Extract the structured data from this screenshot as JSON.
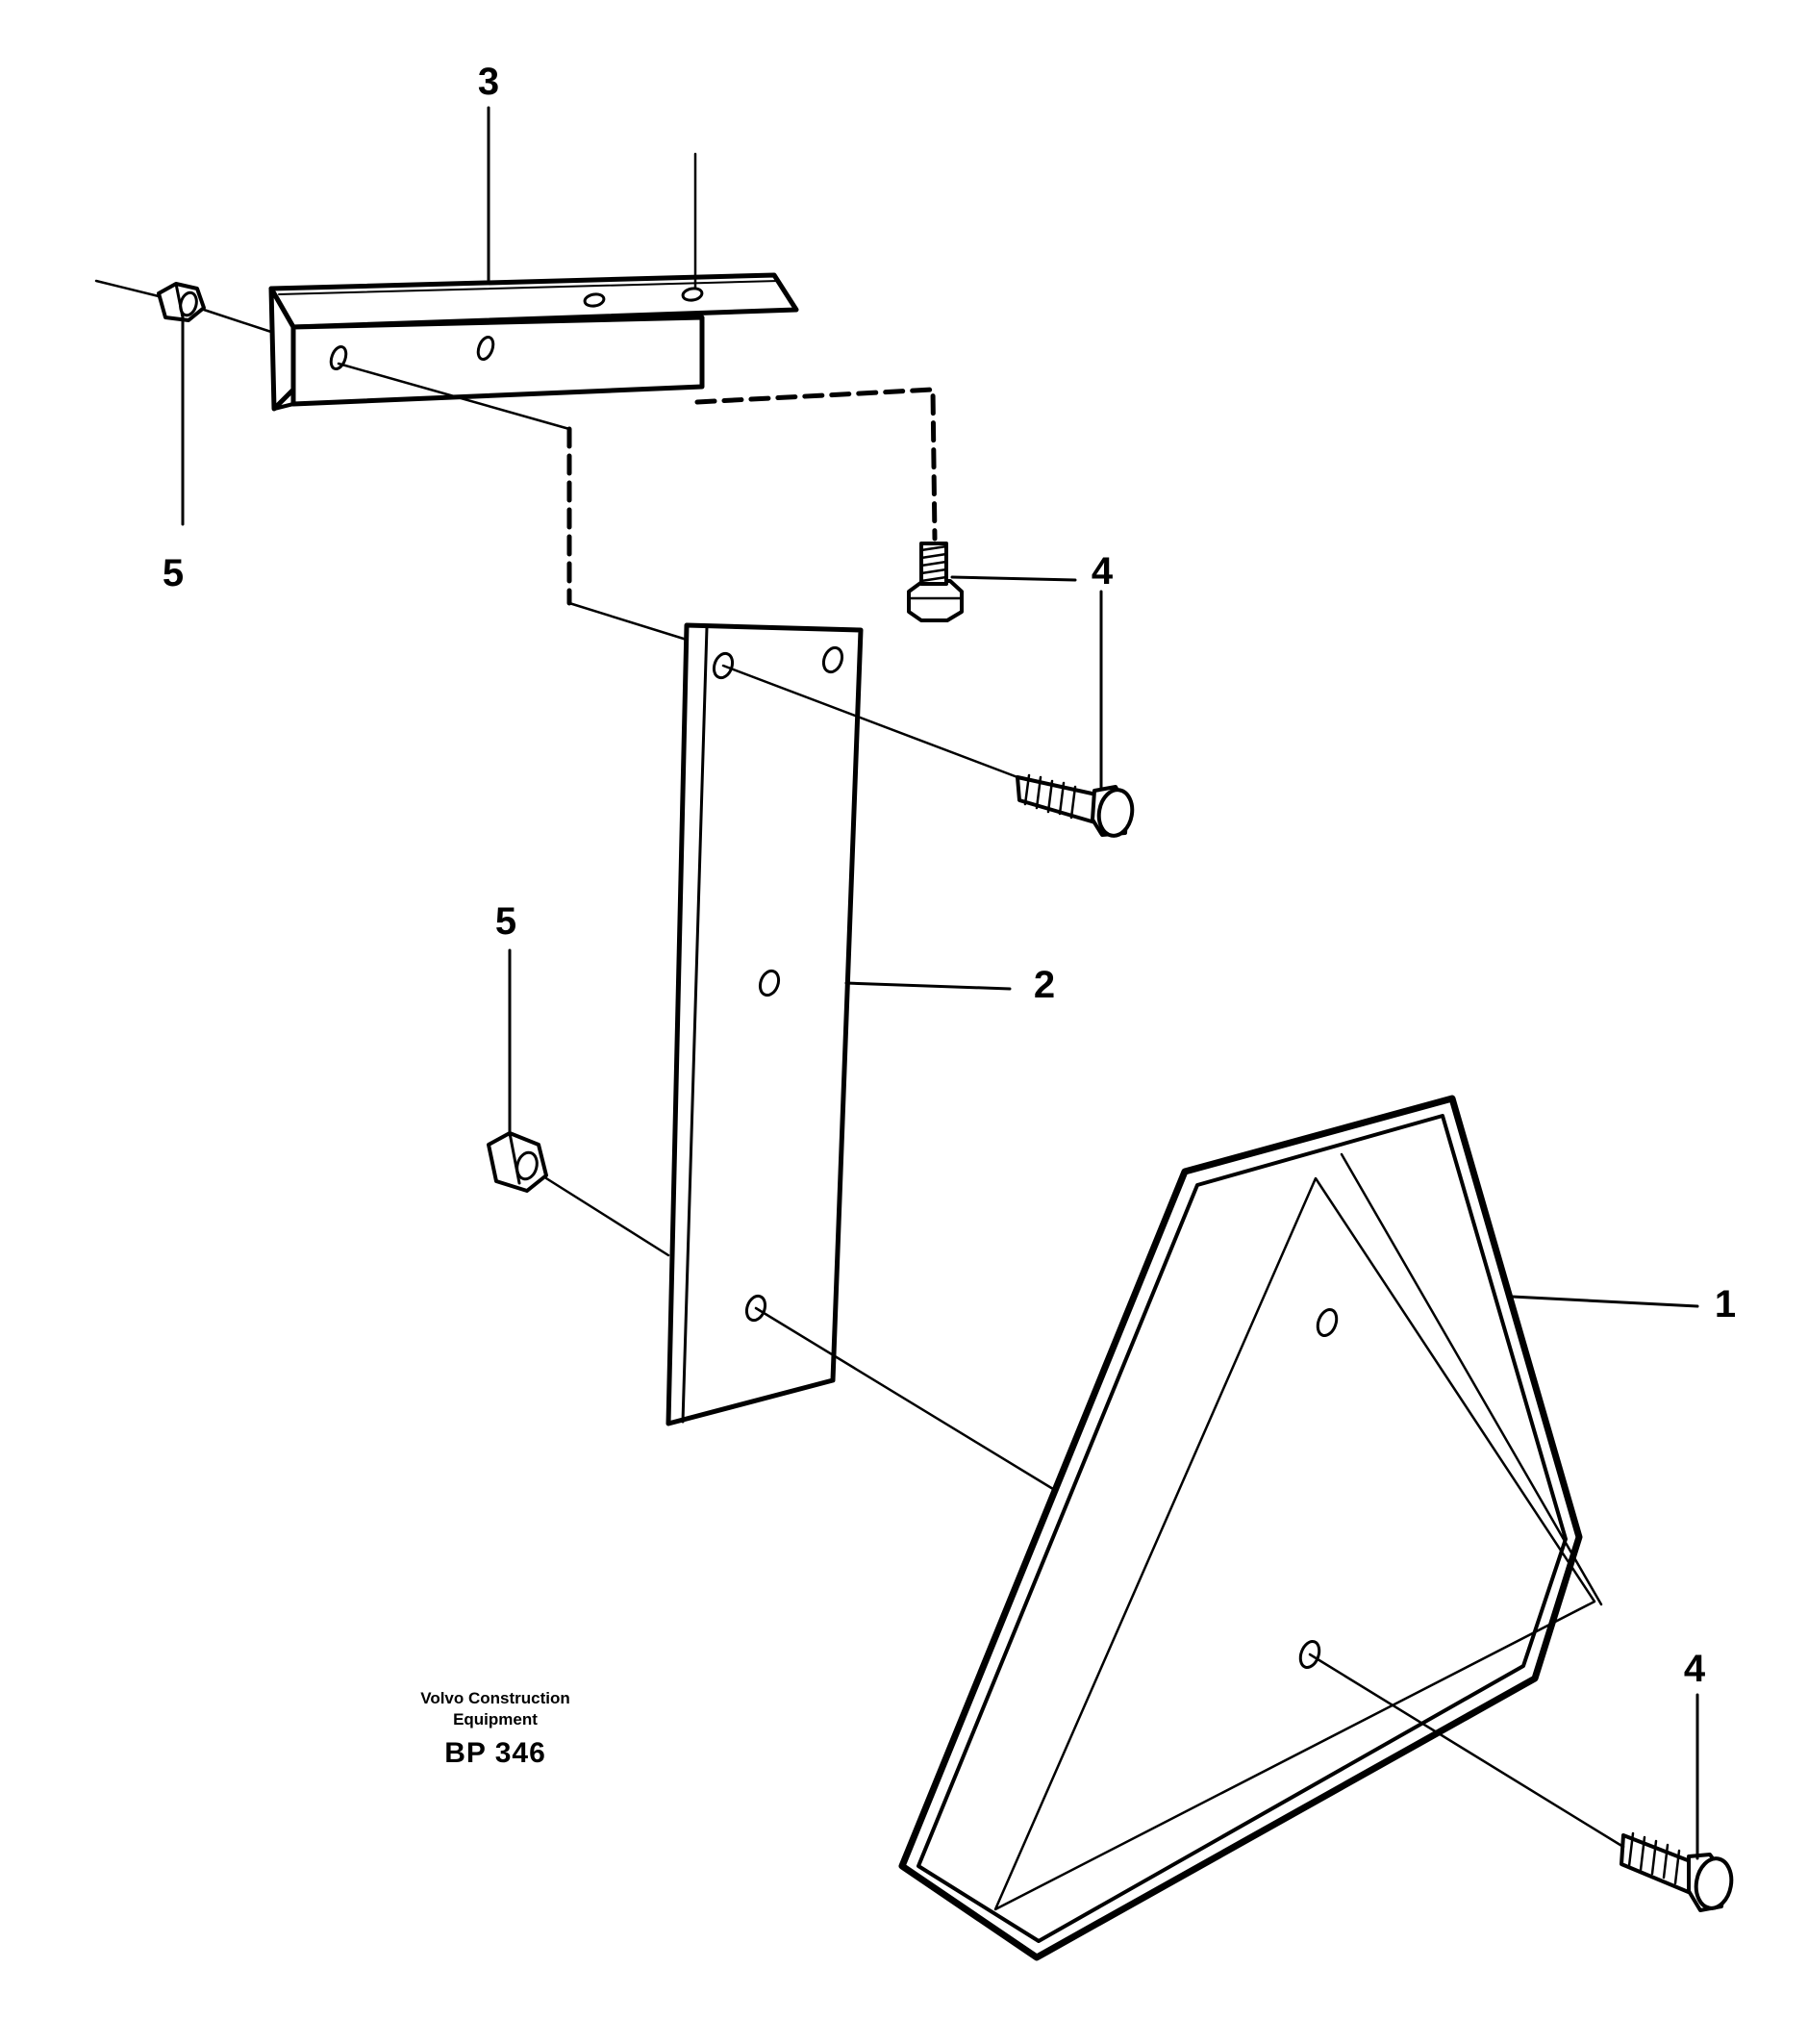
{
  "diagram": {
    "callouts": [
      {
        "id": "c3",
        "label": "3"
      },
      {
        "id": "c5a",
        "label": "5"
      },
      {
        "id": "c4a",
        "label": "4"
      },
      {
        "id": "c5b",
        "label": "5"
      },
      {
        "id": "c2",
        "label": "2"
      },
      {
        "id": "c1",
        "label": "1"
      },
      {
        "id": "c4b",
        "label": "4"
      }
    ],
    "caption": {
      "line1": "Volvo Construction",
      "line2": "Equipment",
      "code": "BP 346"
    }
  }
}
